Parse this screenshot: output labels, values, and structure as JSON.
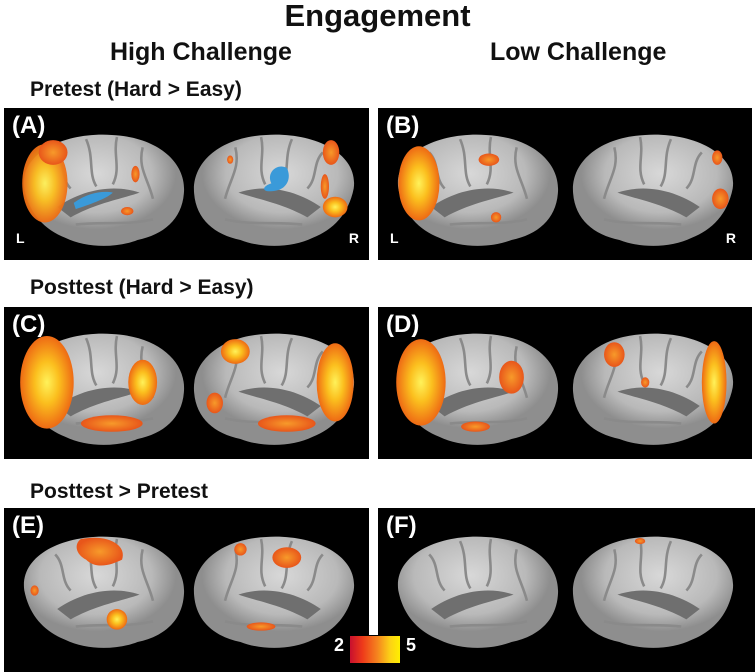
{
  "title": "Engagement",
  "columns": [
    "High Challenge",
    "Low Challenge"
  ],
  "rows": [
    "Pretest (Hard > Easy)",
    "Posttest (Hard > Easy)",
    "Posttest > Pretest"
  ],
  "panels": [
    "(A)",
    "(B)",
    "(C)",
    "(D)",
    "(E)",
    "(F)"
  ],
  "hemisphere_labels": {
    "left": "L",
    "right": "R"
  },
  "colorbar": {
    "min": "2",
    "max": "5",
    "colors": [
      "#c8102e",
      "#f5851e",
      "#ffef00"
    ]
  },
  "colors": {
    "activation_positive": "#f5851e",
    "activation_negative": "#3a9ad9",
    "background": "#000000"
  }
}
